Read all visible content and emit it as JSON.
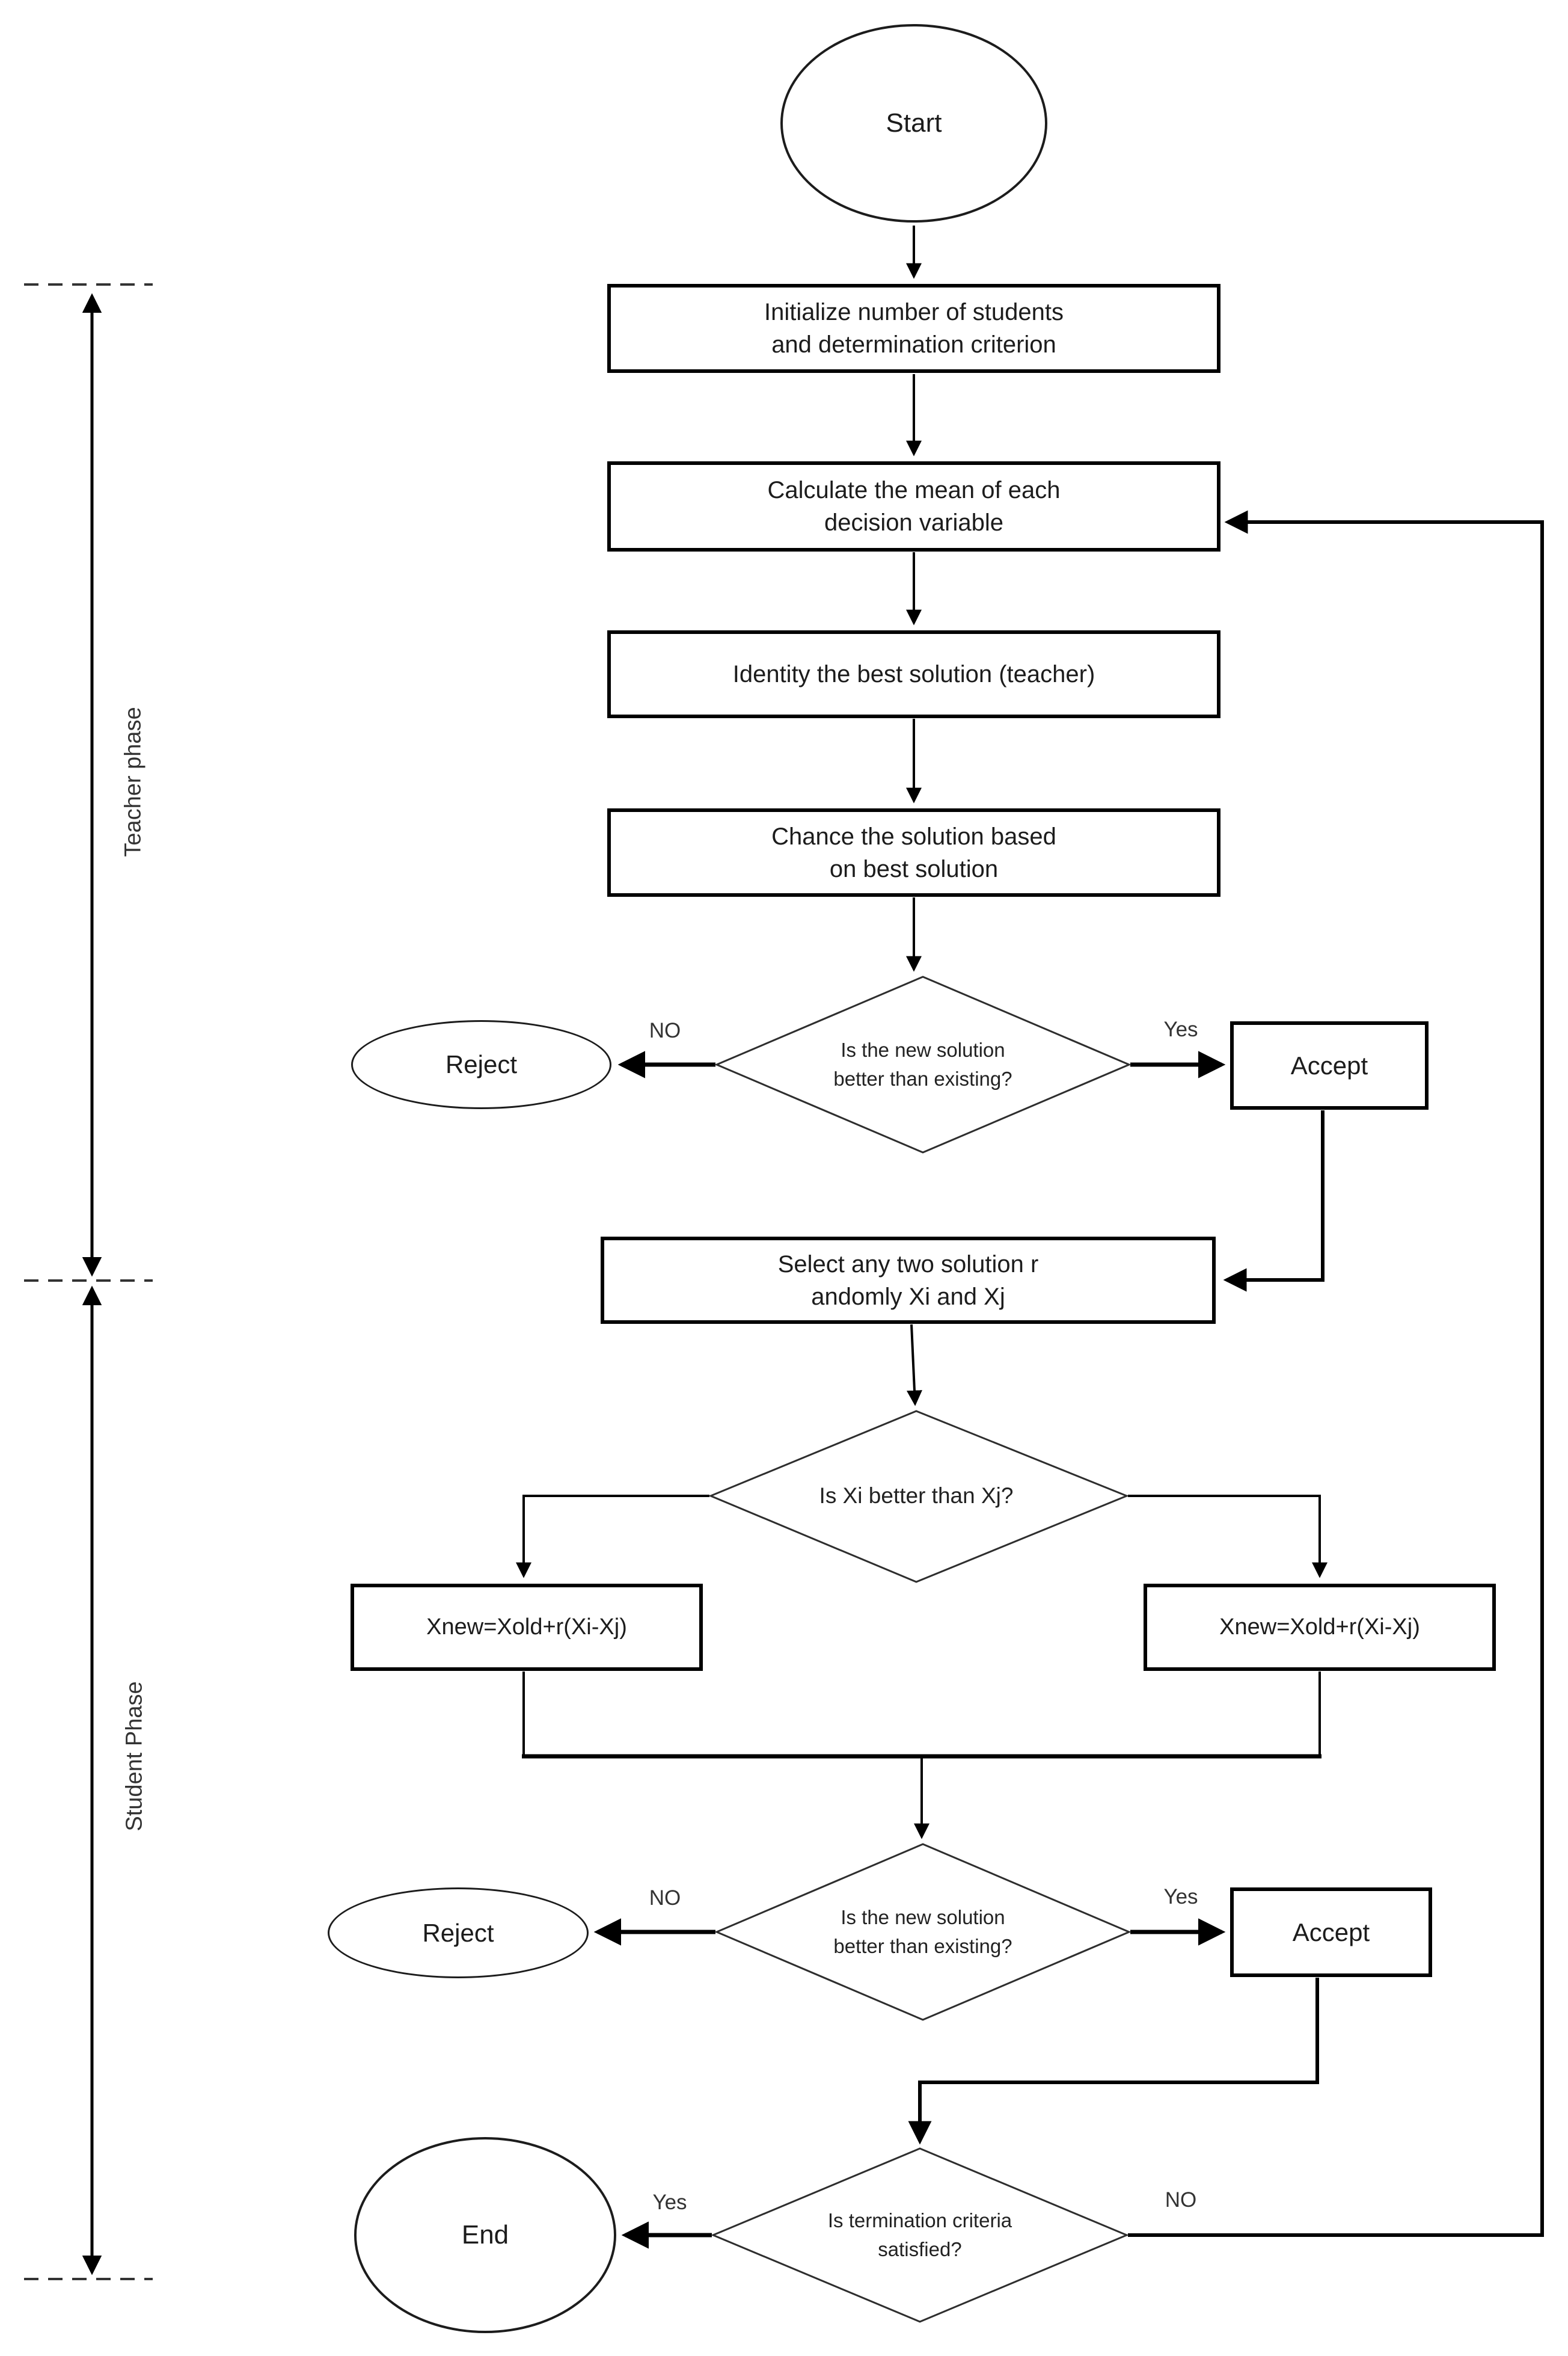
{
  "diagram": {
    "background": "#ffffff",
    "ink": "#000000",
    "phase_ink": "#333333"
  },
  "phases": {
    "teacher": "Teacher phase",
    "student": "Student Phase"
  },
  "nodes": {
    "start": "Start",
    "initialize": "Initialize number of students\nand determination criterion",
    "calculate_mean": "Calculate the mean of each\ndecision variable",
    "identify_best": "Identity the best solution (teacher)",
    "change_solution": "Chance the solution based\non best solution",
    "decision_teacher": "Is the new solution\nbetter than existing?",
    "reject_teacher": "Reject",
    "accept_teacher": "Accept",
    "select_two": "Select any two solution r\nandomly Xi and Xj",
    "decision_xi_xj": "Is Xi better than Xj?",
    "xnew_left": "Xnew=Xold+r(Xi-Xj)",
    "xnew_right": "Xnew=Xold+r(Xi-Xj)",
    "decision_student": "Is the new solution\nbetter than existing?",
    "reject_student": "Reject",
    "accept_student": "Accept",
    "decision_termination": "Is termination criteria\nsatisfied?",
    "end": "End"
  },
  "edge_labels": {
    "teacher_no": "NO",
    "teacher_yes": "Yes",
    "student_no": "NO",
    "student_yes": "Yes",
    "termination_yes": "Yes",
    "termination_no": "NO"
  }
}
